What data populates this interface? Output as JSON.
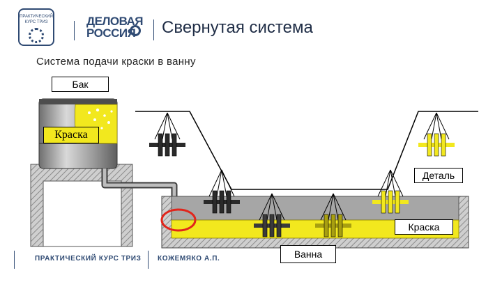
{
  "header": {
    "emblem_text": "ПРАКТИЧЕСКИЙ КУРС ТРИЗ",
    "brand_line1": "ДЕЛОВАЯ",
    "brand_line2": "РОССИЯ",
    "title": "Свернутая система"
  },
  "subtitle": "Система подачи краски в ванну",
  "diagram": {
    "tank_label": "Бак",
    "tank_paint_label": "Краска",
    "part_label": "Деталь",
    "bath_paint_label": "Краска",
    "bath_label": "Ванна"
  },
  "footer": {
    "course": "ПРАКТИЧЕСКИЙ КУРС ТРИЗ",
    "author": "КОЖЕМЯКО А.П."
  },
  "colors": {
    "brand": "#2f4a73",
    "paint": "#f2e81e",
    "bath_gray": "#a6a6a6",
    "highlight": "#e1251b"
  }
}
